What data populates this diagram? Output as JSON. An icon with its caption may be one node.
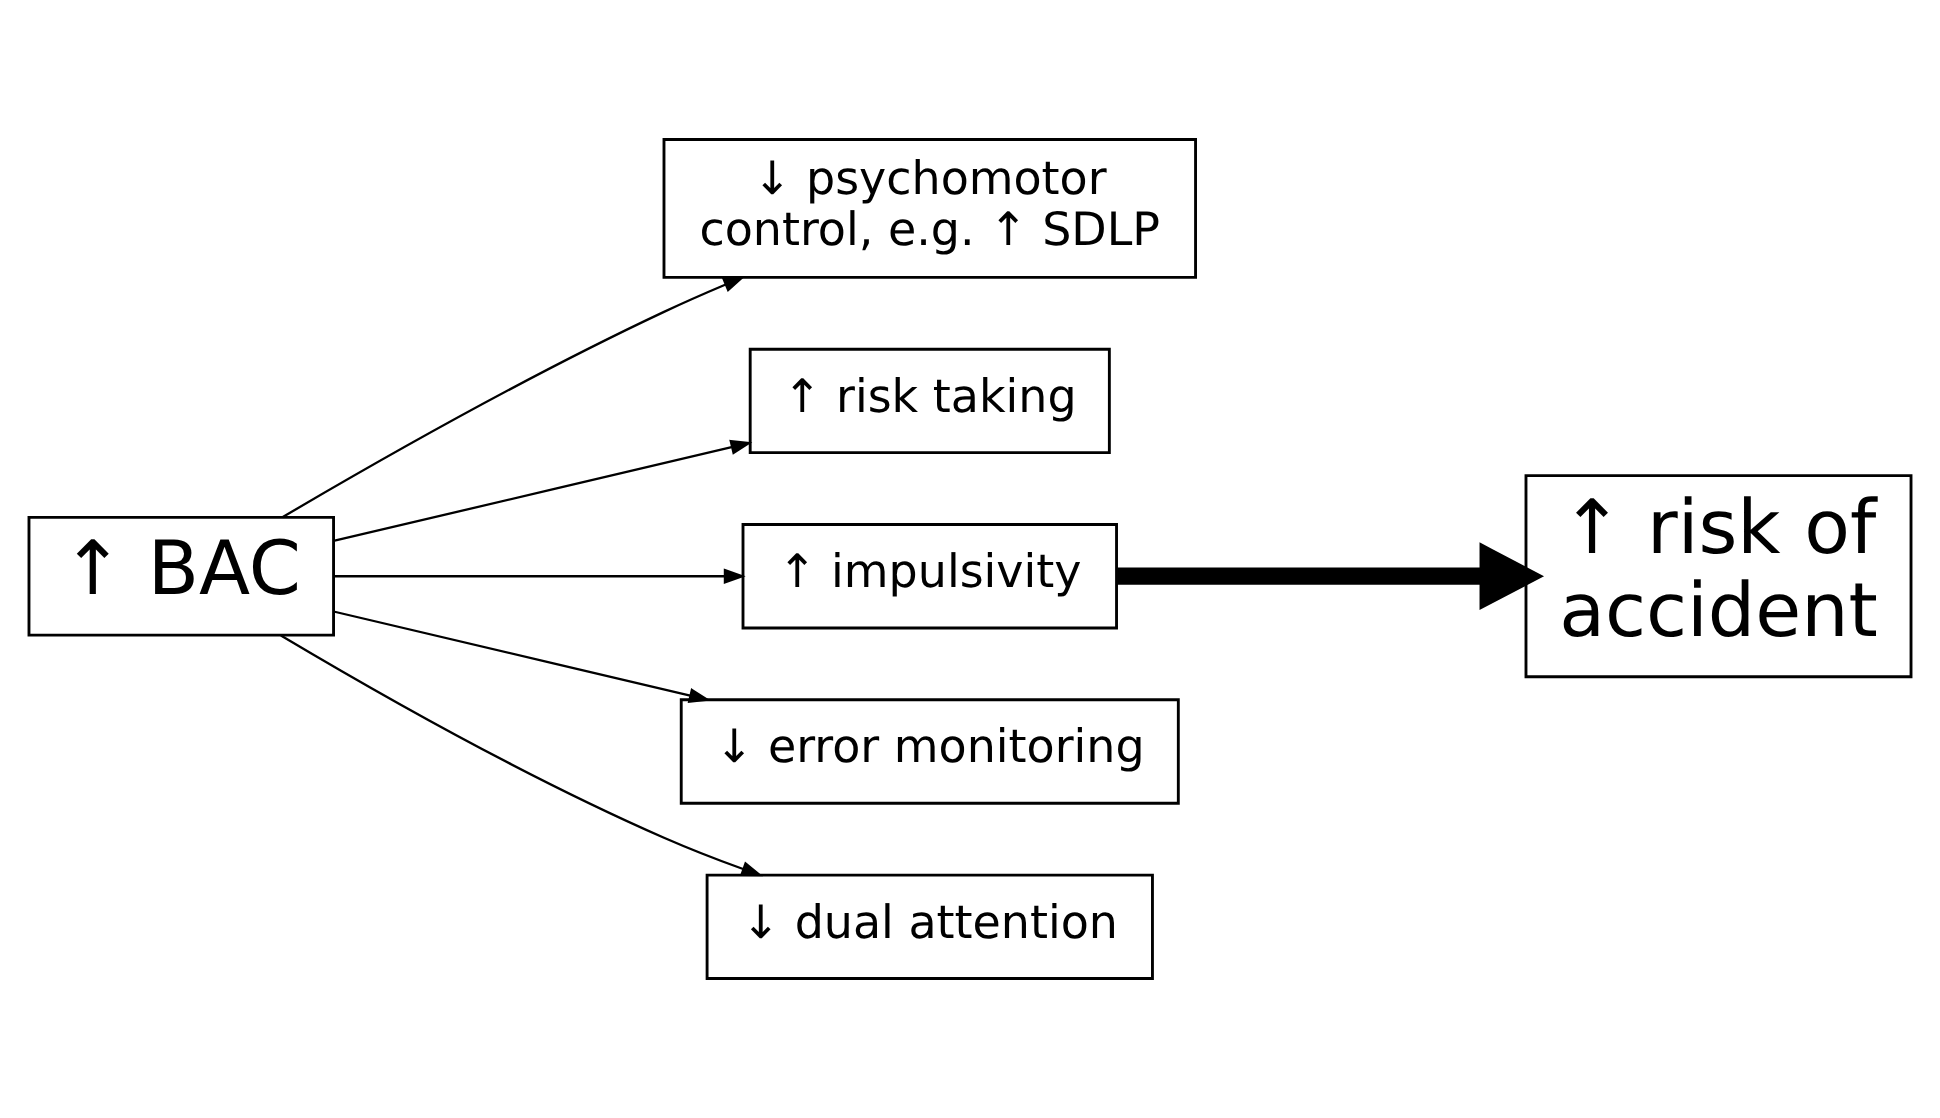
{
  "diagram": {
    "nodes": [
      {
        "text": [
          "↑ BAC"
        ]
      },
      {
        "text": [
          "↓ psychomotor control, e.g. ↑ SDLP"
        ]
      },
      {
        "text": [
          "↑ risk taking"
        ]
      },
      {
        "text": [
          "↑ impulsivity"
        ]
      },
      {
        "text": [
          "↓ error monitoring"
        ]
      },
      {
        "text": [
          "↓ dual attention"
        ]
      },
      {
        "text": [
          "↑ risk of accident"
        ]
      }
    ],
    "edges": [
      {
        "from": 0,
        "to": 1,
        "arrow": "to"
      },
      {
        "from": 0,
        "to": 2,
        "arrow": "to"
      },
      {
        "from": 0,
        "to": 3,
        "arrow": "to"
      },
      {
        "from": 0,
        "to": 4,
        "arrow": "to"
      },
      {
        "from": 0,
        "to": 5,
        "arrow": "to"
      },
      {
        "from": 3,
        "to": 6,
        "arrow": "to",
        "style": "thick"
      }
    ]
  }
}
